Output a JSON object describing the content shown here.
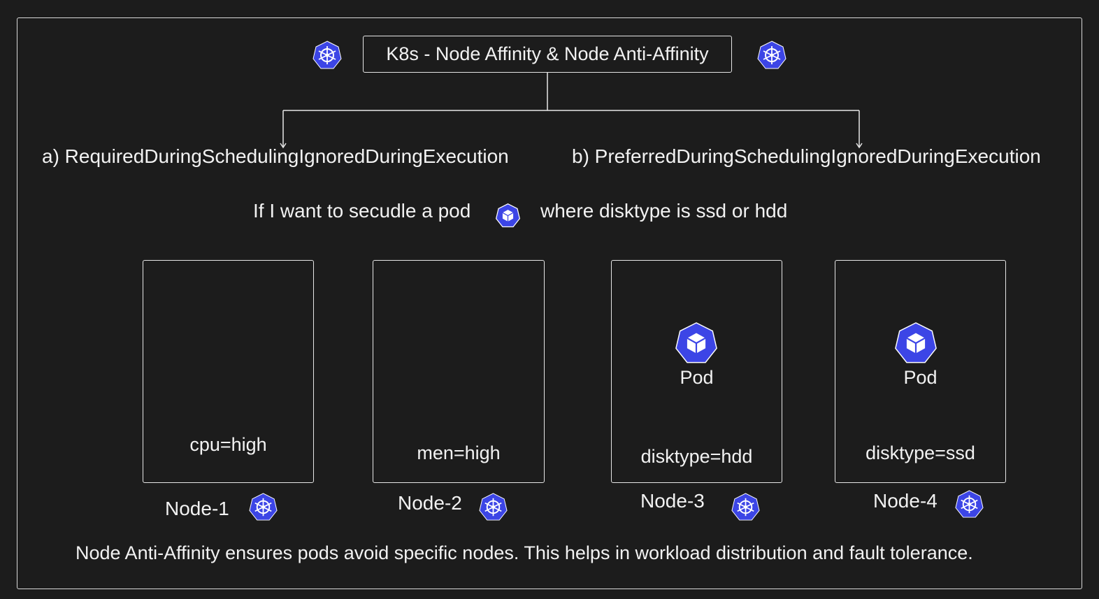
{
  "title": "K8s - Node Affinity & Node Anti-Affinity",
  "branches": [
    {
      "label": "a) RequiredDuringSchedulingIgnoredDuringExecution"
    },
    {
      "label": "b) PreferredDuringSchedulingIgnoredDuringExecution"
    }
  ],
  "question": {
    "before": "If I want to secudle a pod",
    "after": "where disktype is ss​d or hdd"
  },
  "nodes": [
    {
      "name": "Node-1",
      "label": "cpu=high",
      "pod": null
    },
    {
      "name": "Node-2",
      "label": "men=high",
      "pod": null
    },
    {
      "name": "Node-3",
      "label": "disktype=hdd",
      "pod": "Pod"
    },
    {
      "name": "Node-4",
      "label": "disktype=ssd",
      "pod": "Pod"
    }
  ],
  "footer": "Node Anti-Affinity ensures pods avoid specific nodes. This helps in workload distribution and fault tolerance.",
  "colors": {
    "accent": "#3c45e6",
    "stroke": "#e6e6e6",
    "background": "#1c1c1c"
  },
  "icons": {
    "k8s": "kubernetes-helm-icon",
    "pod": "pod-cube-icon"
  }
}
